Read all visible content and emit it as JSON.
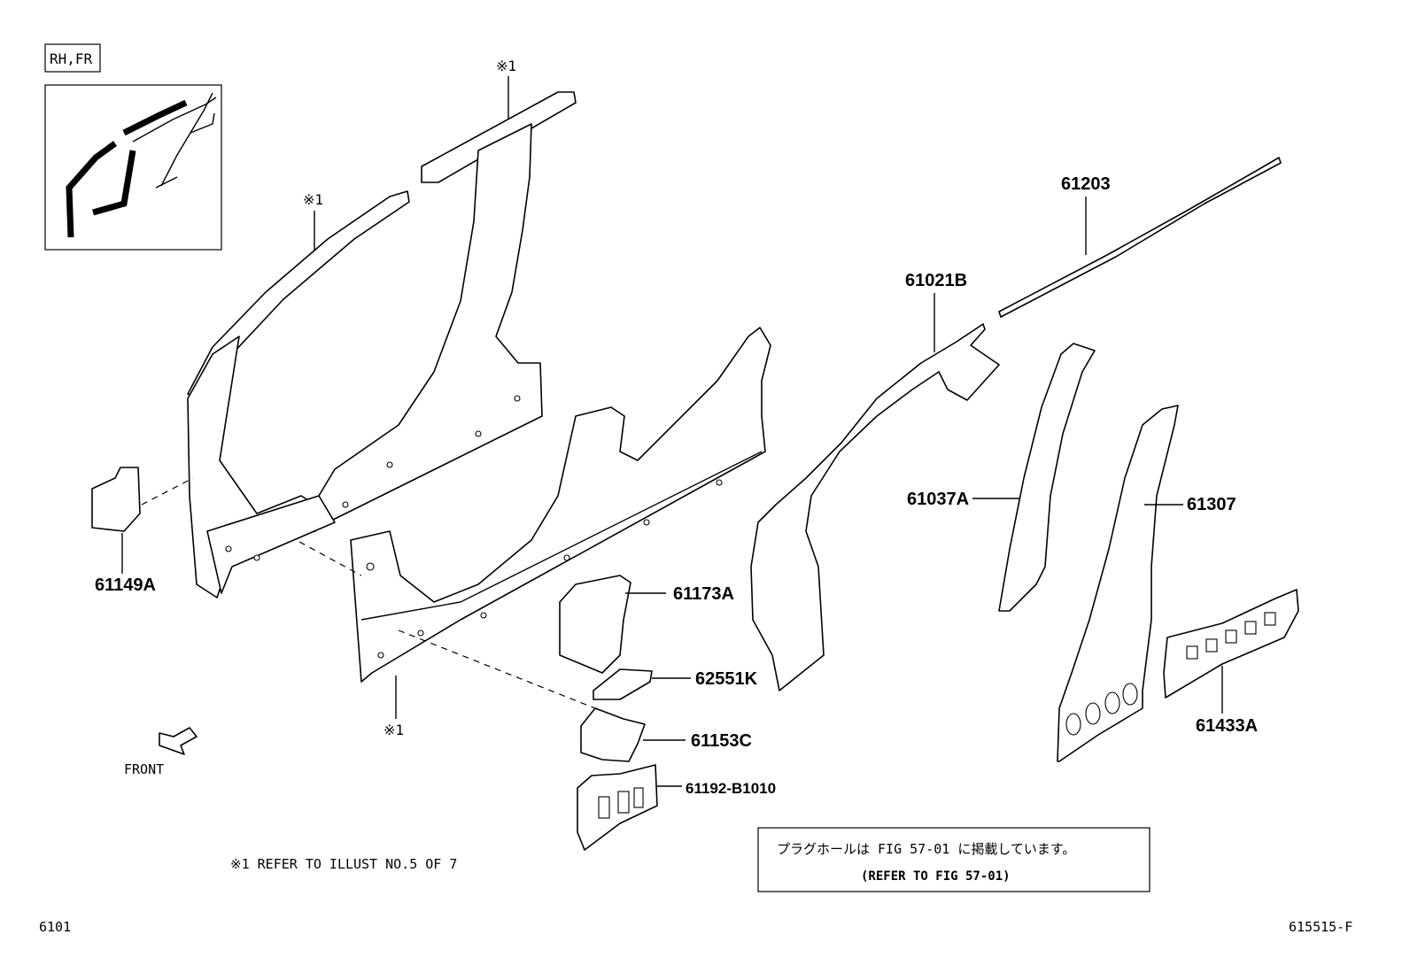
{
  "view_tag": "RH,FR",
  "note_marker": "※1",
  "front_label": "FRONT",
  "parts": {
    "p61203": "61203",
    "p61021B": "61021B",
    "p61037A": "61037A",
    "p61307": "61307",
    "p61433A": "61433A",
    "p61149A": "61149A",
    "p61173A": "61173A",
    "p62551K": "62551K",
    "p61153C": "61153C",
    "p61192": "61192-B1010"
  },
  "footnote": "※1  REFER TO ILLUST NO.5 OF 7",
  "notice": {
    "jp": "プラグホールは FIG 57-01 に掲載しています。",
    "en": "(REFER TO FIG 57-01)"
  },
  "page_code": "6101",
  "figure_code": "615515-F"
}
